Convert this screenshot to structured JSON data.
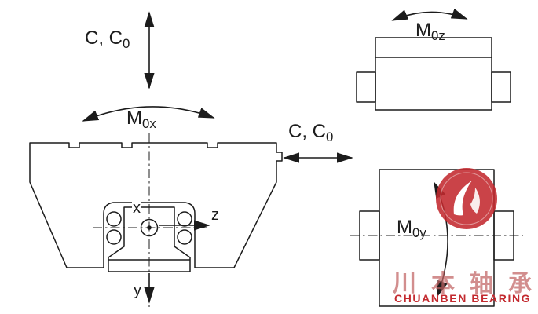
{
  "labels": {
    "load_top": {
      "main": "C, C",
      "sub": "0"
    },
    "load_side": {
      "main": "C, C",
      "sub": "0"
    },
    "moment_x": {
      "main": "M",
      "sub": "0x"
    },
    "moment_y": {
      "main": "M",
      "sub": "0y"
    },
    "moment_z": {
      "main": "M",
      "sub": "0z"
    },
    "axis_x": "x",
    "axis_y": "y",
    "axis_z": "z"
  },
  "watermark": {
    "chinese_name": "川本轴承",
    "english_name": "CHUANBEN BEARING"
  },
  "colors": {
    "line": "#1c1c1c",
    "watermark_red": "#c32a2f"
  }
}
